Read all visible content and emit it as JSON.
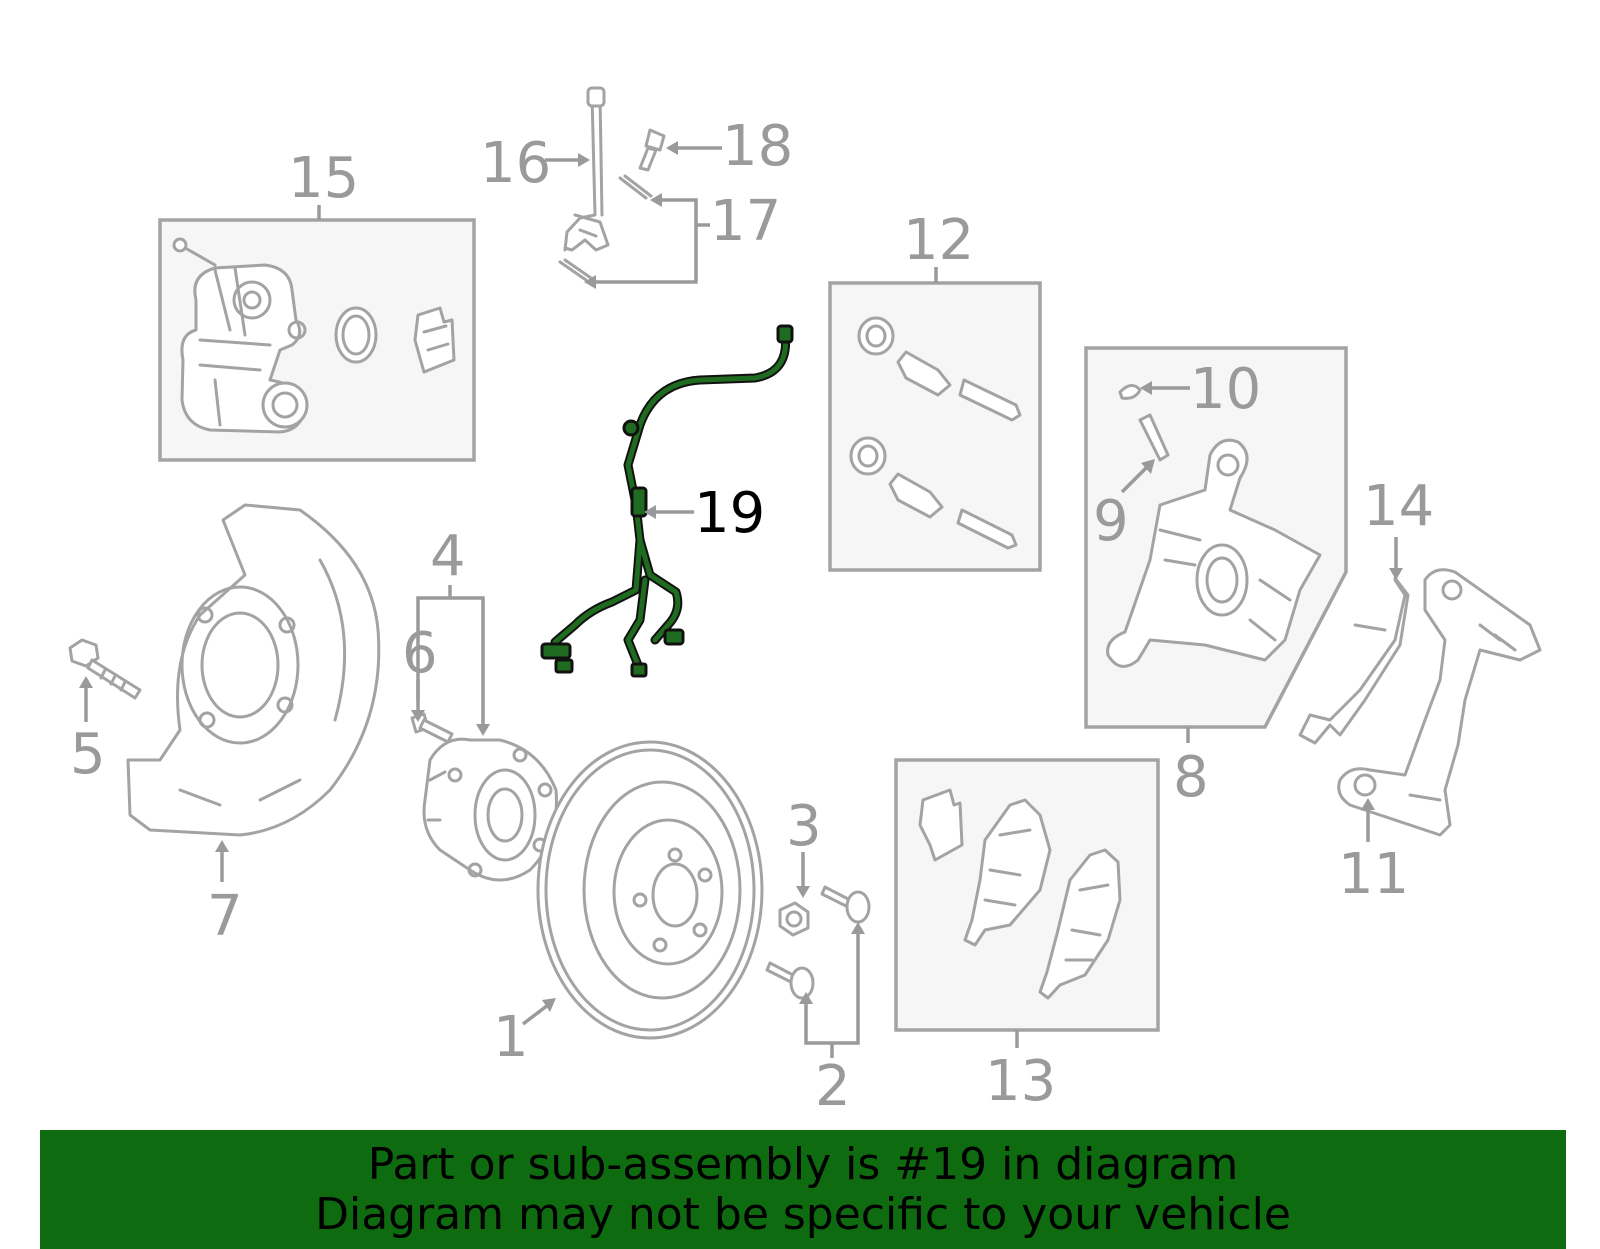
{
  "callouts": [
    "1",
    "2",
    "3",
    "4",
    "5",
    "6",
    "7",
    "8",
    "9",
    "10",
    "11",
    "12",
    "13",
    "14",
    "15",
    "16",
    "17",
    "18",
    "19"
  ],
  "highlighted_part": "19",
  "highlight_color": "#0f6b0f",
  "banner": {
    "line1": "Part or sub-assembly is #19 in diagram",
    "line2": "Diagram may not be specific to your vehicle"
  }
}
